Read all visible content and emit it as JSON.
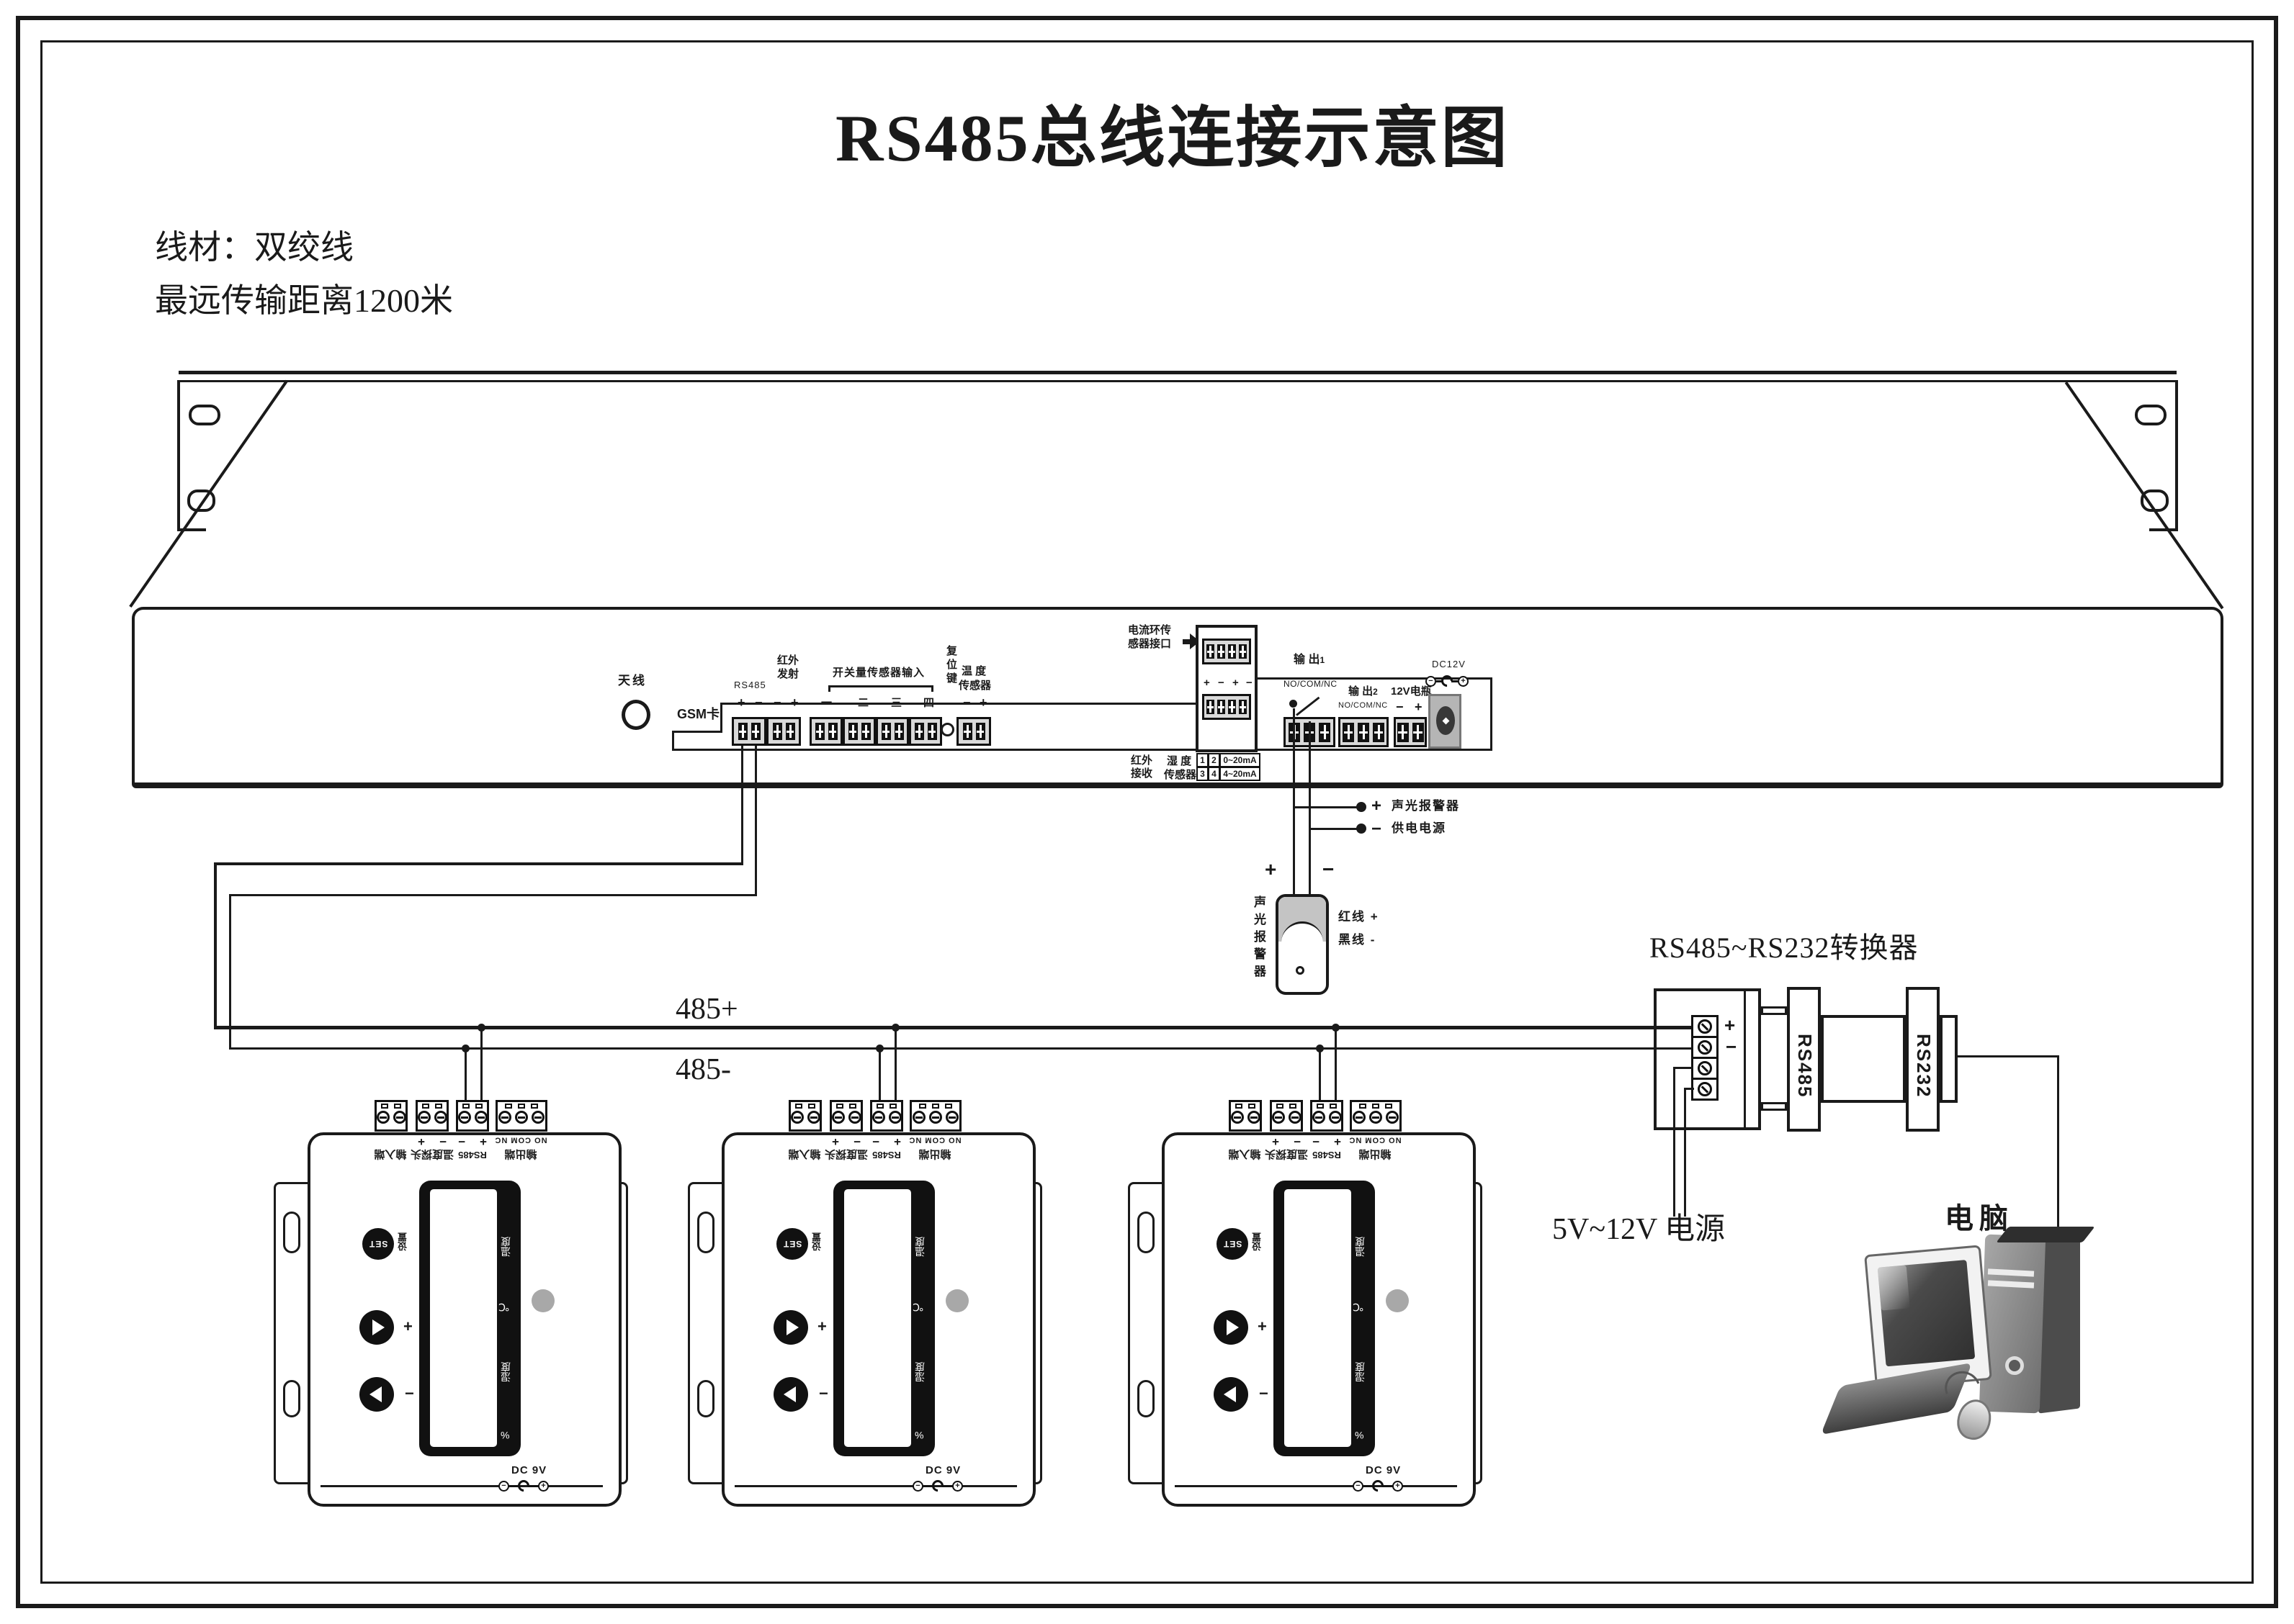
{
  "title": "RS485总线连接示意图",
  "notes": {
    "wire_type": "线材：双绞线",
    "max_distance": "最远传输距离1200米"
  },
  "signs": {
    "plus": "+",
    "minus": "−"
  },
  "bus": {
    "plus_label": "485+",
    "minus_label": "485-"
  },
  "main_unit": {
    "antenna_label": "天线",
    "gsm_label": "GSM卡",
    "rs485_label": "RS485",
    "ir_transmit": "红外\n发射",
    "switch_input_title": "开关量传感器输入",
    "switch_groups": [
      "一",
      "二",
      "三",
      "四"
    ],
    "reset_label": "复位键",
    "temp_sensor_line1": "温 度",
    "temp_sensor_line2": "传感器",
    "current_loop": "电流环传\n感器接口",
    "output1_title": "输 出",
    "output1_num": "1",
    "output2_title": "输 出",
    "output2_num": "2",
    "contacts": "NO/COM/NC",
    "battery_label": "12V电瓶",
    "dc12v_label": "DC12V",
    "ir_receive": "红外\n接收",
    "humidity_line1": "湿 度",
    "humidity_line2": "传感器",
    "ma_table": {
      "c1": "1",
      "c2": "2",
      "v1": "0~20mA",
      "c3": "3",
      "c4": "4",
      "v2": "4~20mA"
    }
  },
  "alarm": {
    "tap_plus_label": "声光报警器",
    "tap_minus_label": "供电电源",
    "device_label": "声光报警器",
    "red_wire": "红线 +",
    "black_wire": "黑线 -"
  },
  "converter": {
    "title": "RS485~RS232转换器",
    "rs485_label": "RS485",
    "rs232_label": "RS232",
    "power_label": "5V~12V 电源"
  },
  "computer": {
    "label": "电脑"
  },
  "controller": {
    "input_label": "输入端",
    "probe_label": "温度探头",
    "rs485_label": "RS485",
    "output_contacts": "NO COM NC",
    "output_label": "输出端",
    "set_button": "SET",
    "set_label": "设置",
    "display_side": [
      "温度",
      "℃",
      "湿度",
      "%"
    ],
    "dc_label": "DC 9V"
  },
  "controller_offsets": [
    0,
    575,
    1186
  ]
}
